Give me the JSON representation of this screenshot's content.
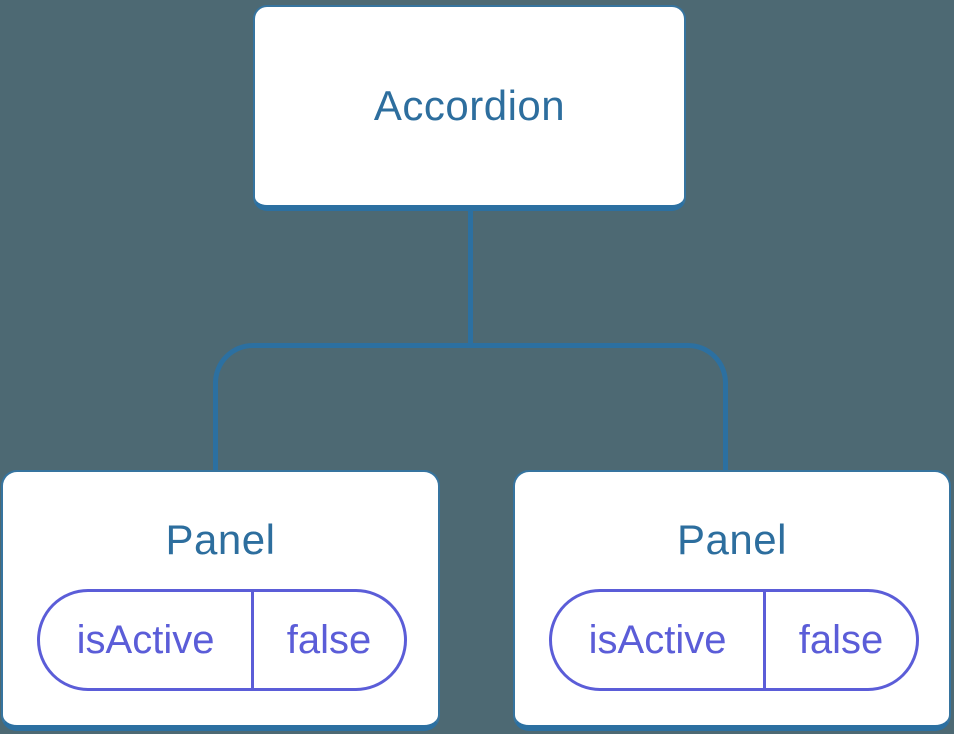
{
  "diagram": {
    "type": "component-tree",
    "background_color": "#4D6973",
    "node_fill": "#FFFFFF",
    "node_border_color": "#2C70A1",
    "node_label_color": "#2D6E9E",
    "state_pill_color": "#5B5DD8",
    "root": {
      "label": "Accordion"
    },
    "children": [
      {
        "label": "Panel",
        "state": {
          "key": "isActive",
          "value": "false"
        }
      },
      {
        "label": "Panel",
        "state": {
          "key": "isActive",
          "value": "false"
        }
      }
    ]
  }
}
